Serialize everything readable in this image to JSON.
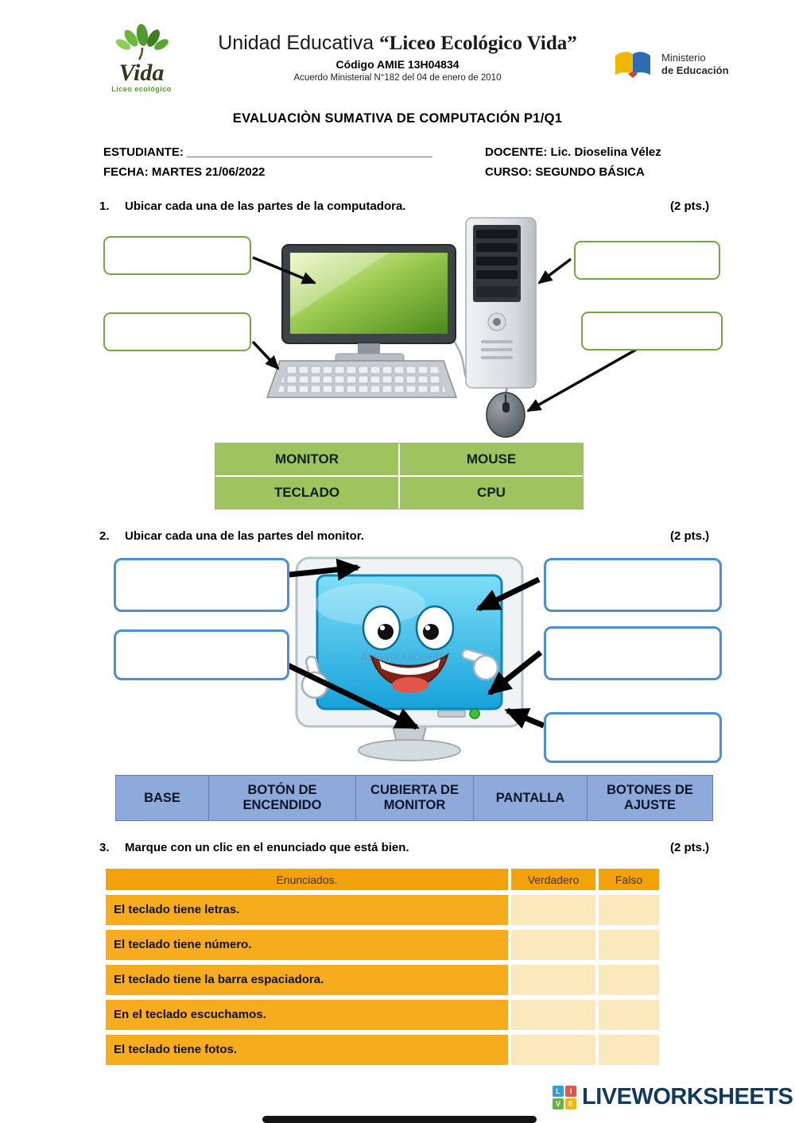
{
  "header": {
    "school_prefix": "Unidad Educativa",
    "school_name": "“Liceo Ecológico Vida”",
    "code": "Código AMIE 13H04834",
    "agreement": "Acuerdo Ministerial N°182 del 04 de enero de 2010",
    "logo": {
      "name": "Vida",
      "subtitle": "Liceo ecológico"
    },
    "ministry": {
      "line1": "Ministerio",
      "line2": "de Educación"
    }
  },
  "title": "EVALUACIÒN SUMATIVA DE COMPUTACIÓN P1/Q1",
  "info": {
    "student": "ESTUDIANTE: _____________________________________",
    "docente": "DOCENTE: Lic. Dioselina Vélez",
    "fecha": "FECHA: MARTES 21/06/2022",
    "curso": "CURSO: SEGUNDO BÁSICA"
  },
  "q1": {
    "number": "1.",
    "prompt": "Ubicar cada una de las partes de la computadora.",
    "points": "(2 pts.)",
    "word_bank": [
      "MONITOR",
      "MOUSE",
      "TECLADO",
      "CPU"
    ]
  },
  "q2": {
    "number": "2.",
    "prompt": "Ubicar cada una de las partes del monitor.",
    "points": "(2 pts.)",
    "word_bank": [
      "BASE",
      "BOTÓN DE ENCENDIDO",
      "CUBIERTA DE MONITOR",
      "PANTALLA",
      "BOTONES DE AJUSTE"
    ]
  },
  "q3": {
    "number": "3.",
    "prompt": "Marque con un clic en el enunciado que está bien.",
    "points": "(2 pts.)",
    "table": {
      "headers": [
        "Enunciados.",
        "Verdadero",
        "Falso"
      ],
      "rows": [
        "El teclado tiene letras.",
        "El teclado tiene número.",
        "El teclado tiene la barra espaciadora.",
        "En el teclado escuchamos.",
        "El teclado tiene fotos."
      ]
    }
  },
  "watermark": "liveworksheets",
  "footer": {
    "brand": "LIVEWORKSHEETS",
    "icon_letters": [
      "L",
      "I",
      "V",
      "E"
    ]
  },
  "colors": {
    "q1_box_border": "#74a83e",
    "q1_table_bg": "#9dc45f",
    "q2_box_border": "#4a90d9",
    "q2_table_bg": "#8eaadb",
    "q3_header_bg": "#f2a30b",
    "q3_row_bg": "#f7ac1e",
    "q3_cell_bg": "#fbe8bc",
    "footer_text": "#123a5f"
  }
}
